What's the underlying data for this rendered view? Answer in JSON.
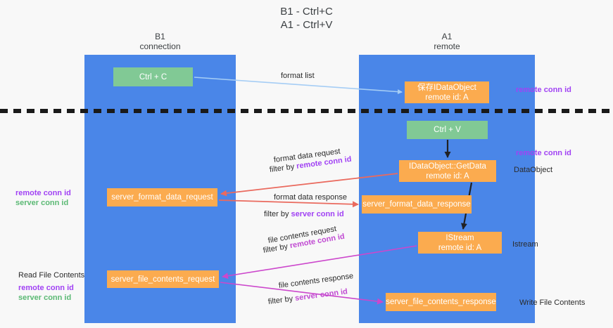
{
  "diagram": {
    "title": "B1 - Ctrl+C\nA1 - Ctrl+V",
    "columns": [
      {
        "id": "b1",
        "title": "B1\nconnection"
      },
      {
        "id": "a1",
        "title": "A1\nremote"
      }
    ],
    "nodes": [
      {
        "id": "ctrlc",
        "label": "Ctrl + C",
        "color": "#81c995",
        "lane": "b1"
      },
      {
        "id": "idataobject",
        "label": "保存IDataObject\nremote id: A",
        "color": "#fbab4f",
        "lane": "a1"
      },
      {
        "id": "ctrlv",
        "label": "Ctrl + V",
        "color": "#81c995",
        "lane": "a1"
      },
      {
        "id": "getdata",
        "label": "IDataObject::GetData\nremote id: A",
        "color": "#fbab4f",
        "lane": "a1"
      },
      {
        "id": "sfdreq",
        "label": "server_format_data_request",
        "color": "#fbab4f",
        "lane": "b1"
      },
      {
        "id": "sfdres",
        "label": "server_format_data_response",
        "color": "#fbab4f",
        "lane": "a1"
      },
      {
        "id": "istream",
        "label": "IStream\nremote id: A",
        "color": "#fbab4f",
        "lane": "a1"
      },
      {
        "id": "sfcreq",
        "label": "server_file_contents_request",
        "color": "#fbab4f",
        "lane": "b1"
      },
      {
        "id": "sfcres",
        "label": "server_file_contents_response",
        "color": "#fbab4f",
        "lane": "a1"
      }
    ],
    "edges": [
      {
        "id": "format-list",
        "label": "format list",
        "color": "#a5cdf5",
        "from": "ctrlc",
        "to": "idataobject"
      },
      {
        "id": "ctrlv-getdata",
        "label": "",
        "color": "#202124",
        "from": "ctrlv",
        "to": "getdata"
      },
      {
        "id": "fdreq",
        "label": "format data request",
        "color": "#ea6a5e",
        "from": "getdata",
        "to": "sfdreq"
      },
      {
        "id": "fdres",
        "label": "format data response",
        "color": "#ea6a5e",
        "from": "sfdreq",
        "to": "sfdres"
      },
      {
        "id": "getdata-istream",
        "label": "",
        "color": "#202124",
        "from": "getdata",
        "to": "istream"
      },
      {
        "id": "fcreq",
        "label": "file contents request",
        "color": "#cc47cc",
        "from": "istream",
        "to": "sfcreq"
      },
      {
        "id": "fcres",
        "label": "file contents response",
        "color": "#cc47cc",
        "from": "sfcreq",
        "to": "sfcres"
      }
    ],
    "annotations": {
      "format_list": "format list",
      "remote_conn_id_top": "remote conn id",
      "remote_conn_id_mid": "remote conn id",
      "dataobject": "DataObject",
      "istream_right": "Istream",
      "write_file_contents": "Write File Contents",
      "read_file_contents": "Read File Contents",
      "format_data_request": "format data request",
      "format_data_request_filter_prefix": "filter by ",
      "format_data_request_filter_value": "remote conn id",
      "format_data_response": "format data response",
      "format_data_response_filter_prefix": "filter by ",
      "format_data_response_filter_value": "server conn id",
      "file_contents_request": "file contents request",
      "file_contents_request_filter_prefix": "filter by ",
      "file_contents_request_filter_value": "remote conn id",
      "file_contents_response": "file contents response",
      "file_contents_response_filter_prefix": "filter by ",
      "file_contents_response_filter_value": "server conn id",
      "left_remote_conn_id_1": "remote conn id",
      "left_server_conn_id_1": "server conn id",
      "left_remote_conn_id_2": "remote conn id",
      "left_server_conn_id_2": "server conn id"
    },
    "colors": {
      "lane": "#4a86e8",
      "green_box": "#81c995",
      "orange_box": "#fbab4f",
      "purple_text": "#a142f4",
      "green_text": "#5bb974",
      "red_arrow": "#ea6a5e",
      "magenta_arrow": "#cc47cc",
      "lightblue_arrow": "#a5cdf5",
      "black_arrow": "#202124",
      "background": "#f8f8f8"
    }
  }
}
